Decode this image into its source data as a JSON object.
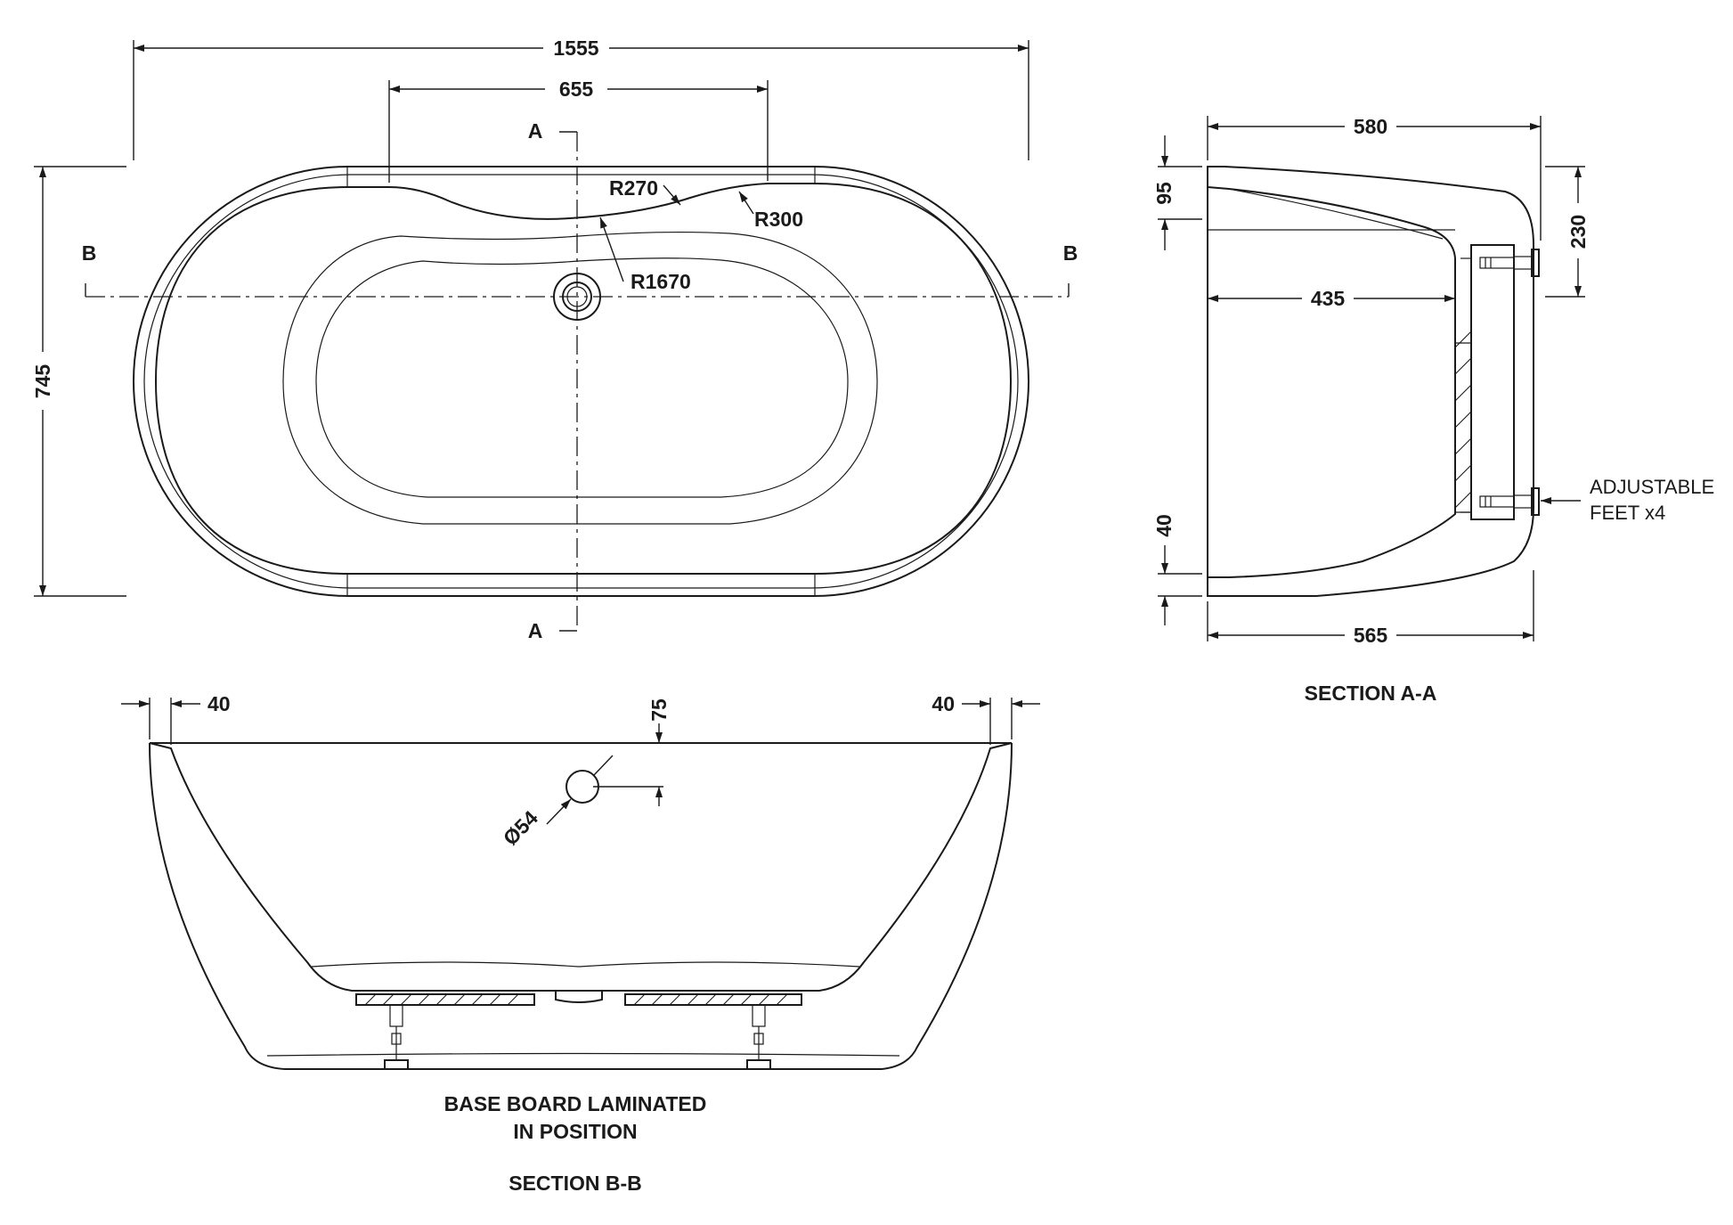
{
  "plan": {
    "length": "1555",
    "width": "745",
    "bath_rest": "655",
    "radius_a": "R270",
    "radius_b": "R300",
    "radius_c": "R1670",
    "section_mark_a": "A",
    "section_mark_b": "B"
  },
  "section_aa": {
    "title": "SECTION A-A",
    "top_width": "580",
    "inner_depth": "435",
    "base_width": "565",
    "rim_height": "95",
    "feet_height": "230",
    "base_height": "40",
    "feet_label_1": "ADJUSTABLE",
    "feet_label_2": "FEET x4"
  },
  "section_bb": {
    "title": "SECTION B-B",
    "rim_left": "40",
    "rim_right": "40",
    "overflow_offset": "75",
    "overflow_diameter": "Ø54",
    "note_line_1": "BASE BOARD LAMINATED",
    "note_line_2": "IN POSITION"
  }
}
